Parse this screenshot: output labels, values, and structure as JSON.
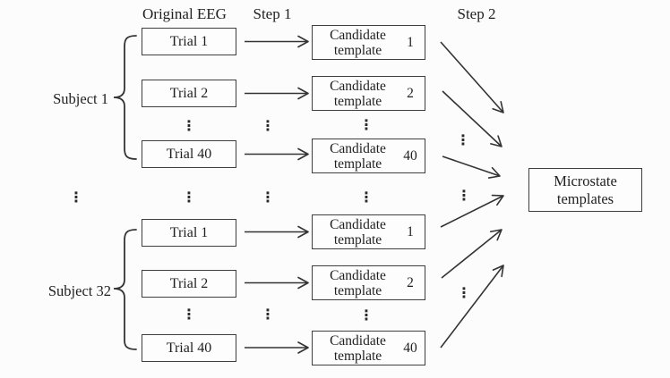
{
  "headers": {
    "original_eeg": "Original EEG",
    "step_1": "Step 1",
    "step_2": "Step 2"
  },
  "subjects": [
    {
      "label": "Subject 1",
      "trials": [
        "Trial 1",
        "Trial 2",
        "Trial 40"
      ],
      "candidates": [
        {
          "line1": "Candidate",
          "line2": "template",
          "index": "1"
        },
        {
          "line1": "Candidate",
          "line2": "template",
          "index": "2"
        },
        {
          "line1": "Candidate",
          "line2": "template",
          "index": "40"
        }
      ]
    },
    {
      "label": "Subject 32",
      "trials": [
        "Trial 1",
        "Trial 2",
        "Trial 40"
      ],
      "candidates": [
        {
          "line1": "Candidate",
          "line2": "template",
          "index": "1"
        },
        {
          "line1": "Candidate",
          "line2": "template",
          "index": "2"
        },
        {
          "line1": "Candidate",
          "line2": "template",
          "index": "40"
        }
      ]
    }
  ],
  "output": {
    "line1": "Microstate",
    "line2": "templates"
  },
  "ellipsis": "⋮",
  "colors": {
    "ink": "#1f1f1f",
    "line": "#333333",
    "border": "#3e3e3e",
    "background": "#fcfcfc"
  }
}
